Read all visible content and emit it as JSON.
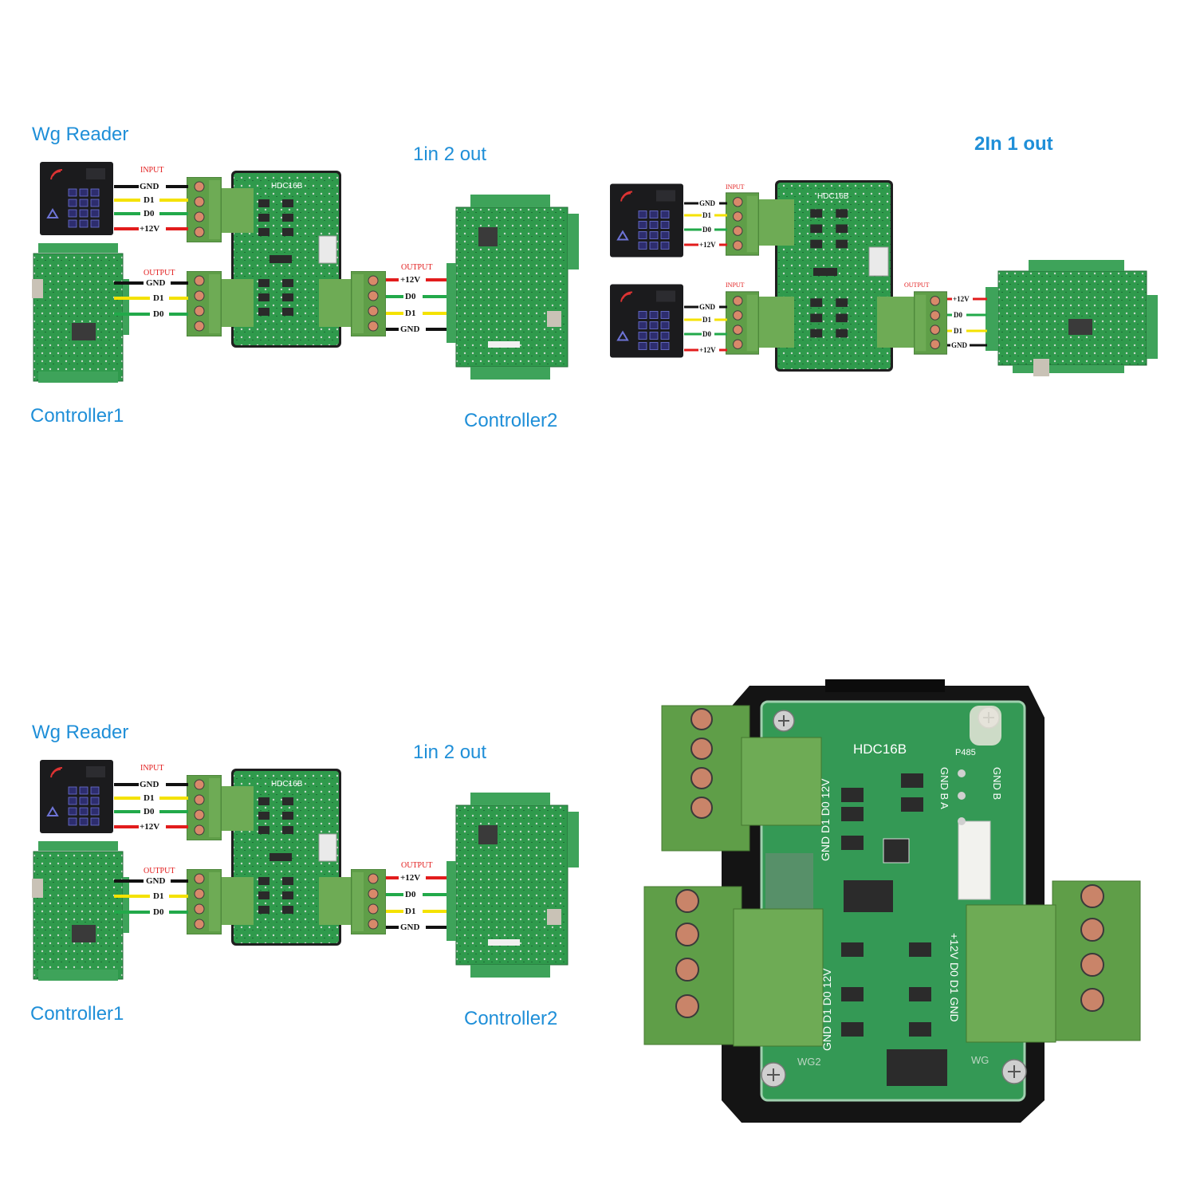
{
  "panel1": {
    "reader_label": "Wg Reader",
    "mode_label": "1in 2 out",
    "controller1_label": "Controller1",
    "controller2_label": "Controller2",
    "input_label": "INPUT",
    "output_left_label": "OUTPUT",
    "output_right_label": "OUTPUT",
    "board_label": "HDC16B",
    "input_pins": [
      "GND",
      "D1",
      "D0",
      "+12V"
    ],
    "output_left_pins": [
      "GND",
      "D1",
      "D0"
    ],
    "output_right_pins": [
      "+12V",
      "D0",
      "D1",
      "GND"
    ]
  },
  "panel2": {
    "mode_label": "2In 1 out",
    "input1_label": "INPUT",
    "input2_label": "INPUT",
    "output_label": "OUTPUT",
    "board_label": "HDC16B",
    "input1_pins": [
      "GND",
      "D1",
      "D0",
      "+12V"
    ],
    "input2_pins": [
      "GND",
      "D1",
      "D0",
      "+12V"
    ],
    "output_pins": [
      "+12V",
      "D0",
      "D1",
      "GND"
    ]
  },
  "panel3": {
    "reader_label": "Wg Reader",
    "mode_label": "1in 2 out",
    "controller1_label": "Controller1",
    "controller2_label": "Controller2",
    "input_label": "INPUT",
    "output_left_label": "OUTPUT",
    "output_right_label": "OUTPUT",
    "board_label": "HDC16B",
    "input_pins": [
      "GND",
      "D1",
      "D0",
      "+12V"
    ],
    "output_left_pins": [
      "GND",
      "D1",
      "D0"
    ],
    "output_right_pins": [
      "+12V",
      "D0",
      "D1",
      "GND"
    ]
  },
  "photo": {
    "board_label": "HDC16B",
    "port_label": "P485",
    "silk_top_left": "GND D1 D0 12V",
    "silk_bottom_left": "GND D1 D0 12V",
    "silk_bottom_right": "+12V D0 D1 GND",
    "silk_top_right_1": "GND B A",
    "silk_top_right_2": "GND B",
    "wg2_label": "WG2",
    "wg_label": "WG"
  },
  "colors": {
    "label_blue": "#1f8fd8",
    "wire_black": "#111111",
    "wire_yellow": "#f4e200",
    "wire_green": "#22a94a",
    "wire_red": "#e21c1c",
    "pcb_green": "#2f9a4c",
    "terminal_green": "#5f9e48"
  }
}
